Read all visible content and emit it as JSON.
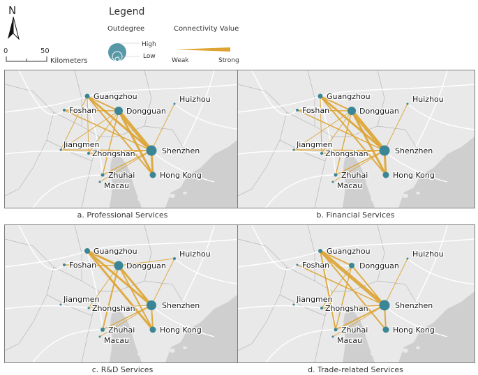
{
  "header": {
    "north_label": "N",
    "scale": {
      "start": "0",
      "end": "50",
      "unit": "Kilometers"
    },
    "legend": {
      "title": "Legend",
      "outdegree_title": "Outdegree",
      "outdegree_high": "High",
      "outdegree_low": "Low",
      "connectivity_title": "Connectivity Value",
      "connectivity_weak": "Weak",
      "connectivity_strong": "Strong"
    }
  },
  "colors": {
    "edge": "#dda432",
    "node": "#3b8696",
    "land": "#e9e9e9",
    "water": "#cfcfcf",
    "road": "#ffffff",
    "border": "#b8b8b8"
  },
  "panels": [
    {
      "id": "a",
      "caption": "a. Professional Services",
      "cities": [
        {
          "name": "Guangzhou",
          "size": 6
        },
        {
          "name": "Foshan",
          "size": 3
        },
        {
          "name": "Dongguan",
          "size": 11
        },
        {
          "name": "Huizhou",
          "size": 2
        },
        {
          "name": "Jiangmen",
          "size": 2
        },
        {
          "name": "Zhongshan",
          "size": 3
        },
        {
          "name": "Shenzhen",
          "size": 14
        },
        {
          "name": "Zhuhai",
          "size": 4
        },
        {
          "name": "Macau",
          "size": 2
        },
        {
          "name": "Hong Kong",
          "size": 8
        }
      ],
      "links": [
        {
          "from": "Dongguan",
          "to": "Shenzhen",
          "strength": 5
        },
        {
          "from": "Dongguan",
          "to": "Hong Kong",
          "strength": 3
        },
        {
          "from": "Guangzhou",
          "to": "Shenzhen",
          "strength": 3
        },
        {
          "from": "Guangzhou",
          "to": "Hong Kong",
          "strength": 2
        },
        {
          "from": "Guangzhou",
          "to": "Dongguan",
          "strength": 2
        },
        {
          "from": "Guangzhou",
          "to": "Zhongshan",
          "strength": 1
        },
        {
          "from": "Guangzhou",
          "to": "Jiangmen",
          "strength": 1
        },
        {
          "from": "Foshan",
          "to": "Dongguan",
          "strength": 1.5
        },
        {
          "from": "Foshan",
          "to": "Shenzhen",
          "strength": 1.5
        },
        {
          "from": "Dongguan",
          "to": "Jiangmen",
          "strength": 1
        },
        {
          "from": "Dongguan",
          "to": "Zhongshan",
          "strength": 1
        },
        {
          "from": "Dongguan",
          "to": "Zhuhai",
          "strength": 1.5
        },
        {
          "from": "Jiangmen",
          "to": "Shenzhen",
          "strength": 1.5
        },
        {
          "from": "Zhongshan",
          "to": "Shenzhen",
          "strength": 1.5
        },
        {
          "from": "Zhuhai",
          "to": "Shenzhen",
          "strength": 1.5
        },
        {
          "from": "Huizhou",
          "to": "Shenzhen",
          "strength": 1
        },
        {
          "from": "Macau",
          "to": "Shenzhen",
          "strength": 1
        },
        {
          "from": "Shenzhen",
          "to": "Hong Kong",
          "strength": 3
        }
      ]
    },
    {
      "id": "b",
      "caption": "b. Financial Services",
      "cities": [
        {
          "name": "Guangzhou",
          "size": 6
        },
        {
          "name": "Foshan",
          "size": 3
        },
        {
          "name": "Dongguan",
          "size": 11
        },
        {
          "name": "Huizhou",
          "size": 2
        },
        {
          "name": "Jiangmen",
          "size": 2
        },
        {
          "name": "Zhongshan",
          "size": 3
        },
        {
          "name": "Shenzhen",
          "size": 14
        },
        {
          "name": "Zhuhai",
          "size": 4
        },
        {
          "name": "Macau",
          "size": 2
        },
        {
          "name": "Hong Kong",
          "size": 8
        }
      ],
      "links": [
        {
          "from": "Dongguan",
          "to": "Shenzhen",
          "strength": 5
        },
        {
          "from": "Dongguan",
          "to": "Hong Kong",
          "strength": 3
        },
        {
          "from": "Guangzhou",
          "to": "Shenzhen",
          "strength": 3
        },
        {
          "from": "Guangzhou",
          "to": "Hong Kong",
          "strength": 2
        },
        {
          "from": "Guangzhou",
          "to": "Dongguan",
          "strength": 2
        },
        {
          "from": "Guangzhou",
          "to": "Zhongshan",
          "strength": 1
        },
        {
          "from": "Foshan",
          "to": "Dongguan",
          "strength": 1.5
        },
        {
          "from": "Foshan",
          "to": "Shenzhen",
          "strength": 1.5
        },
        {
          "from": "Dongguan",
          "to": "Jiangmen",
          "strength": 1
        },
        {
          "from": "Dongguan",
          "to": "Zhongshan",
          "strength": 1
        },
        {
          "from": "Dongguan",
          "to": "Zhuhai",
          "strength": 1.5
        },
        {
          "from": "Jiangmen",
          "to": "Shenzhen",
          "strength": 1.5
        },
        {
          "from": "Zhongshan",
          "to": "Shenzhen",
          "strength": 1.5
        },
        {
          "from": "Zhuhai",
          "to": "Shenzhen",
          "strength": 1.5
        },
        {
          "from": "Huizhou",
          "to": "Shenzhen",
          "strength": 1
        },
        {
          "from": "Macau",
          "to": "Shenzhen",
          "strength": 1
        },
        {
          "from": "Shenzhen",
          "to": "Hong Kong",
          "strength": 3
        }
      ]
    },
    {
      "id": "c",
      "caption": "c. R&D Services",
      "cities": [
        {
          "name": "Guangzhou",
          "size": 7
        },
        {
          "name": "Foshan",
          "size": 3
        },
        {
          "name": "Dongguan",
          "size": 12
        },
        {
          "name": "Huizhou",
          "size": 3
        },
        {
          "name": "Jiangmen",
          "size": 2
        },
        {
          "name": "Zhongshan",
          "size": 2
        },
        {
          "name": "Shenzhen",
          "size": 13
        },
        {
          "name": "Zhuhai",
          "size": 5
        },
        {
          "name": "Macau",
          "size": 2
        },
        {
          "name": "Hong Kong",
          "size": 8
        }
      ],
      "links": [
        {
          "from": "Guangzhou",
          "to": "Dongguan",
          "strength": 3
        },
        {
          "from": "Guangzhou",
          "to": "Shenzhen",
          "strength": 3
        },
        {
          "from": "Guangzhou",
          "to": "Hong Kong",
          "strength": 3
        },
        {
          "from": "Foshan",
          "to": "Dongguan",
          "strength": 1.5
        },
        {
          "from": "Dongguan",
          "to": "Shenzhen",
          "strength": 3
        },
        {
          "from": "Dongguan",
          "to": "Hong Kong",
          "strength": 2
        },
        {
          "from": "Dongguan",
          "to": "Zhuhai",
          "strength": 2
        },
        {
          "from": "Dongguan",
          "to": "Zhongshan",
          "strength": 1
        },
        {
          "from": "Huizhou",
          "to": "Dongguan",
          "strength": 1
        },
        {
          "from": "Huizhou",
          "to": "Shenzhen",
          "strength": 1
        },
        {
          "from": "Zhongshan",
          "to": "Shenzhen",
          "strength": 1
        },
        {
          "from": "Zhuhai",
          "to": "Shenzhen",
          "strength": 1.5
        },
        {
          "from": "Macau",
          "to": "Shenzhen",
          "strength": 1
        },
        {
          "from": "Shenzhen",
          "to": "Hong Kong",
          "strength": 2
        }
      ]
    },
    {
      "id": "d",
      "caption": "d. Trade-related Services",
      "cities": [
        {
          "name": "Guangzhou",
          "size": 5
        },
        {
          "name": "Foshan",
          "size": 2
        },
        {
          "name": "Dongguan",
          "size": 7
        },
        {
          "name": "Huizhou",
          "size": 2
        },
        {
          "name": "Jiangmen",
          "size": 2
        },
        {
          "name": "Zhongshan",
          "size": 3
        },
        {
          "name": "Shenzhen",
          "size": 14
        },
        {
          "name": "Zhuhai",
          "size": 4
        },
        {
          "name": "Macau",
          "size": 2
        },
        {
          "name": "Hong Kong",
          "size": 8
        }
      ],
      "links": [
        {
          "from": "Guangzhou",
          "to": "Shenzhen",
          "strength": 5
        },
        {
          "from": "Guangzhou",
          "to": "Hong Kong",
          "strength": 2
        },
        {
          "from": "Guangzhou",
          "to": "Dongguan",
          "strength": 2
        },
        {
          "from": "Guangzhou",
          "to": "Zhuhai",
          "strength": 2
        },
        {
          "from": "Foshan",
          "to": "Shenzhen",
          "strength": 1.5
        },
        {
          "from": "Dongguan",
          "to": "Shenzhen",
          "strength": 2
        },
        {
          "from": "Dongguan",
          "to": "Zhuhai",
          "strength": 1.5
        },
        {
          "from": "Dongguan",
          "to": "Zhongshan",
          "strength": 1
        },
        {
          "from": "Huizhou",
          "to": "Shenzhen",
          "strength": 1
        },
        {
          "from": "Zhongshan",
          "to": "Shenzhen",
          "strength": 1.5
        },
        {
          "from": "Zhuhai",
          "to": "Shenzhen",
          "strength": 2
        },
        {
          "from": "Macau",
          "to": "Shenzhen",
          "strength": 1
        },
        {
          "from": "Shenzhen",
          "to": "Hong Kong",
          "strength": 2
        }
      ]
    }
  ]
}
